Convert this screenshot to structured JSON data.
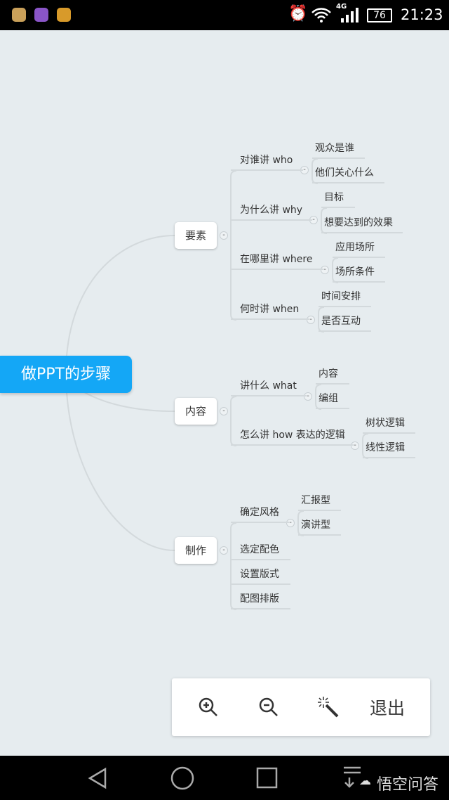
{
  "status": {
    "time": "21:23",
    "battery": "76",
    "network": "4G"
  },
  "mindmap": {
    "root": "做PPT的步骤",
    "branches": [
      {
        "label": "要素",
        "children": [
          {
            "label": "对谁讲 who",
            "children": [
              "观众是谁",
              "他们关心什么"
            ]
          },
          {
            "label": "为什么讲 why",
            "children": [
              "目标",
              "想要达到的效果"
            ]
          },
          {
            "label": "在哪里讲 where",
            "children": [
              "应用场所",
              "场所条件"
            ]
          },
          {
            "label": "何时讲 when",
            "children": [
              "时间安排",
              "是否互动"
            ]
          }
        ]
      },
      {
        "label": "内容",
        "children": [
          {
            "label": "讲什么 what",
            "children": [
              "内容",
              "编组"
            ]
          },
          {
            "label": "怎么讲 how 表达的逻辑",
            "children": [
              "树状逻辑",
              "线性逻辑"
            ]
          }
        ]
      },
      {
        "label": "制作",
        "children": [
          {
            "label": "确定风格",
            "children": [
              "汇报型",
              "演讲型"
            ]
          },
          {
            "label": "选定配色"
          },
          {
            "label": "设置版式"
          },
          {
            "label": "配图排版"
          }
        ]
      }
    ]
  },
  "toolbar": {
    "zoom_in": "zoom-in",
    "zoom_out": "zoom-out",
    "magic": "auto-layout",
    "exit": "退出"
  },
  "watermark": "悟空问答",
  "colors": {
    "accent": "#14a7f6",
    "background": "#e6ecef"
  }
}
